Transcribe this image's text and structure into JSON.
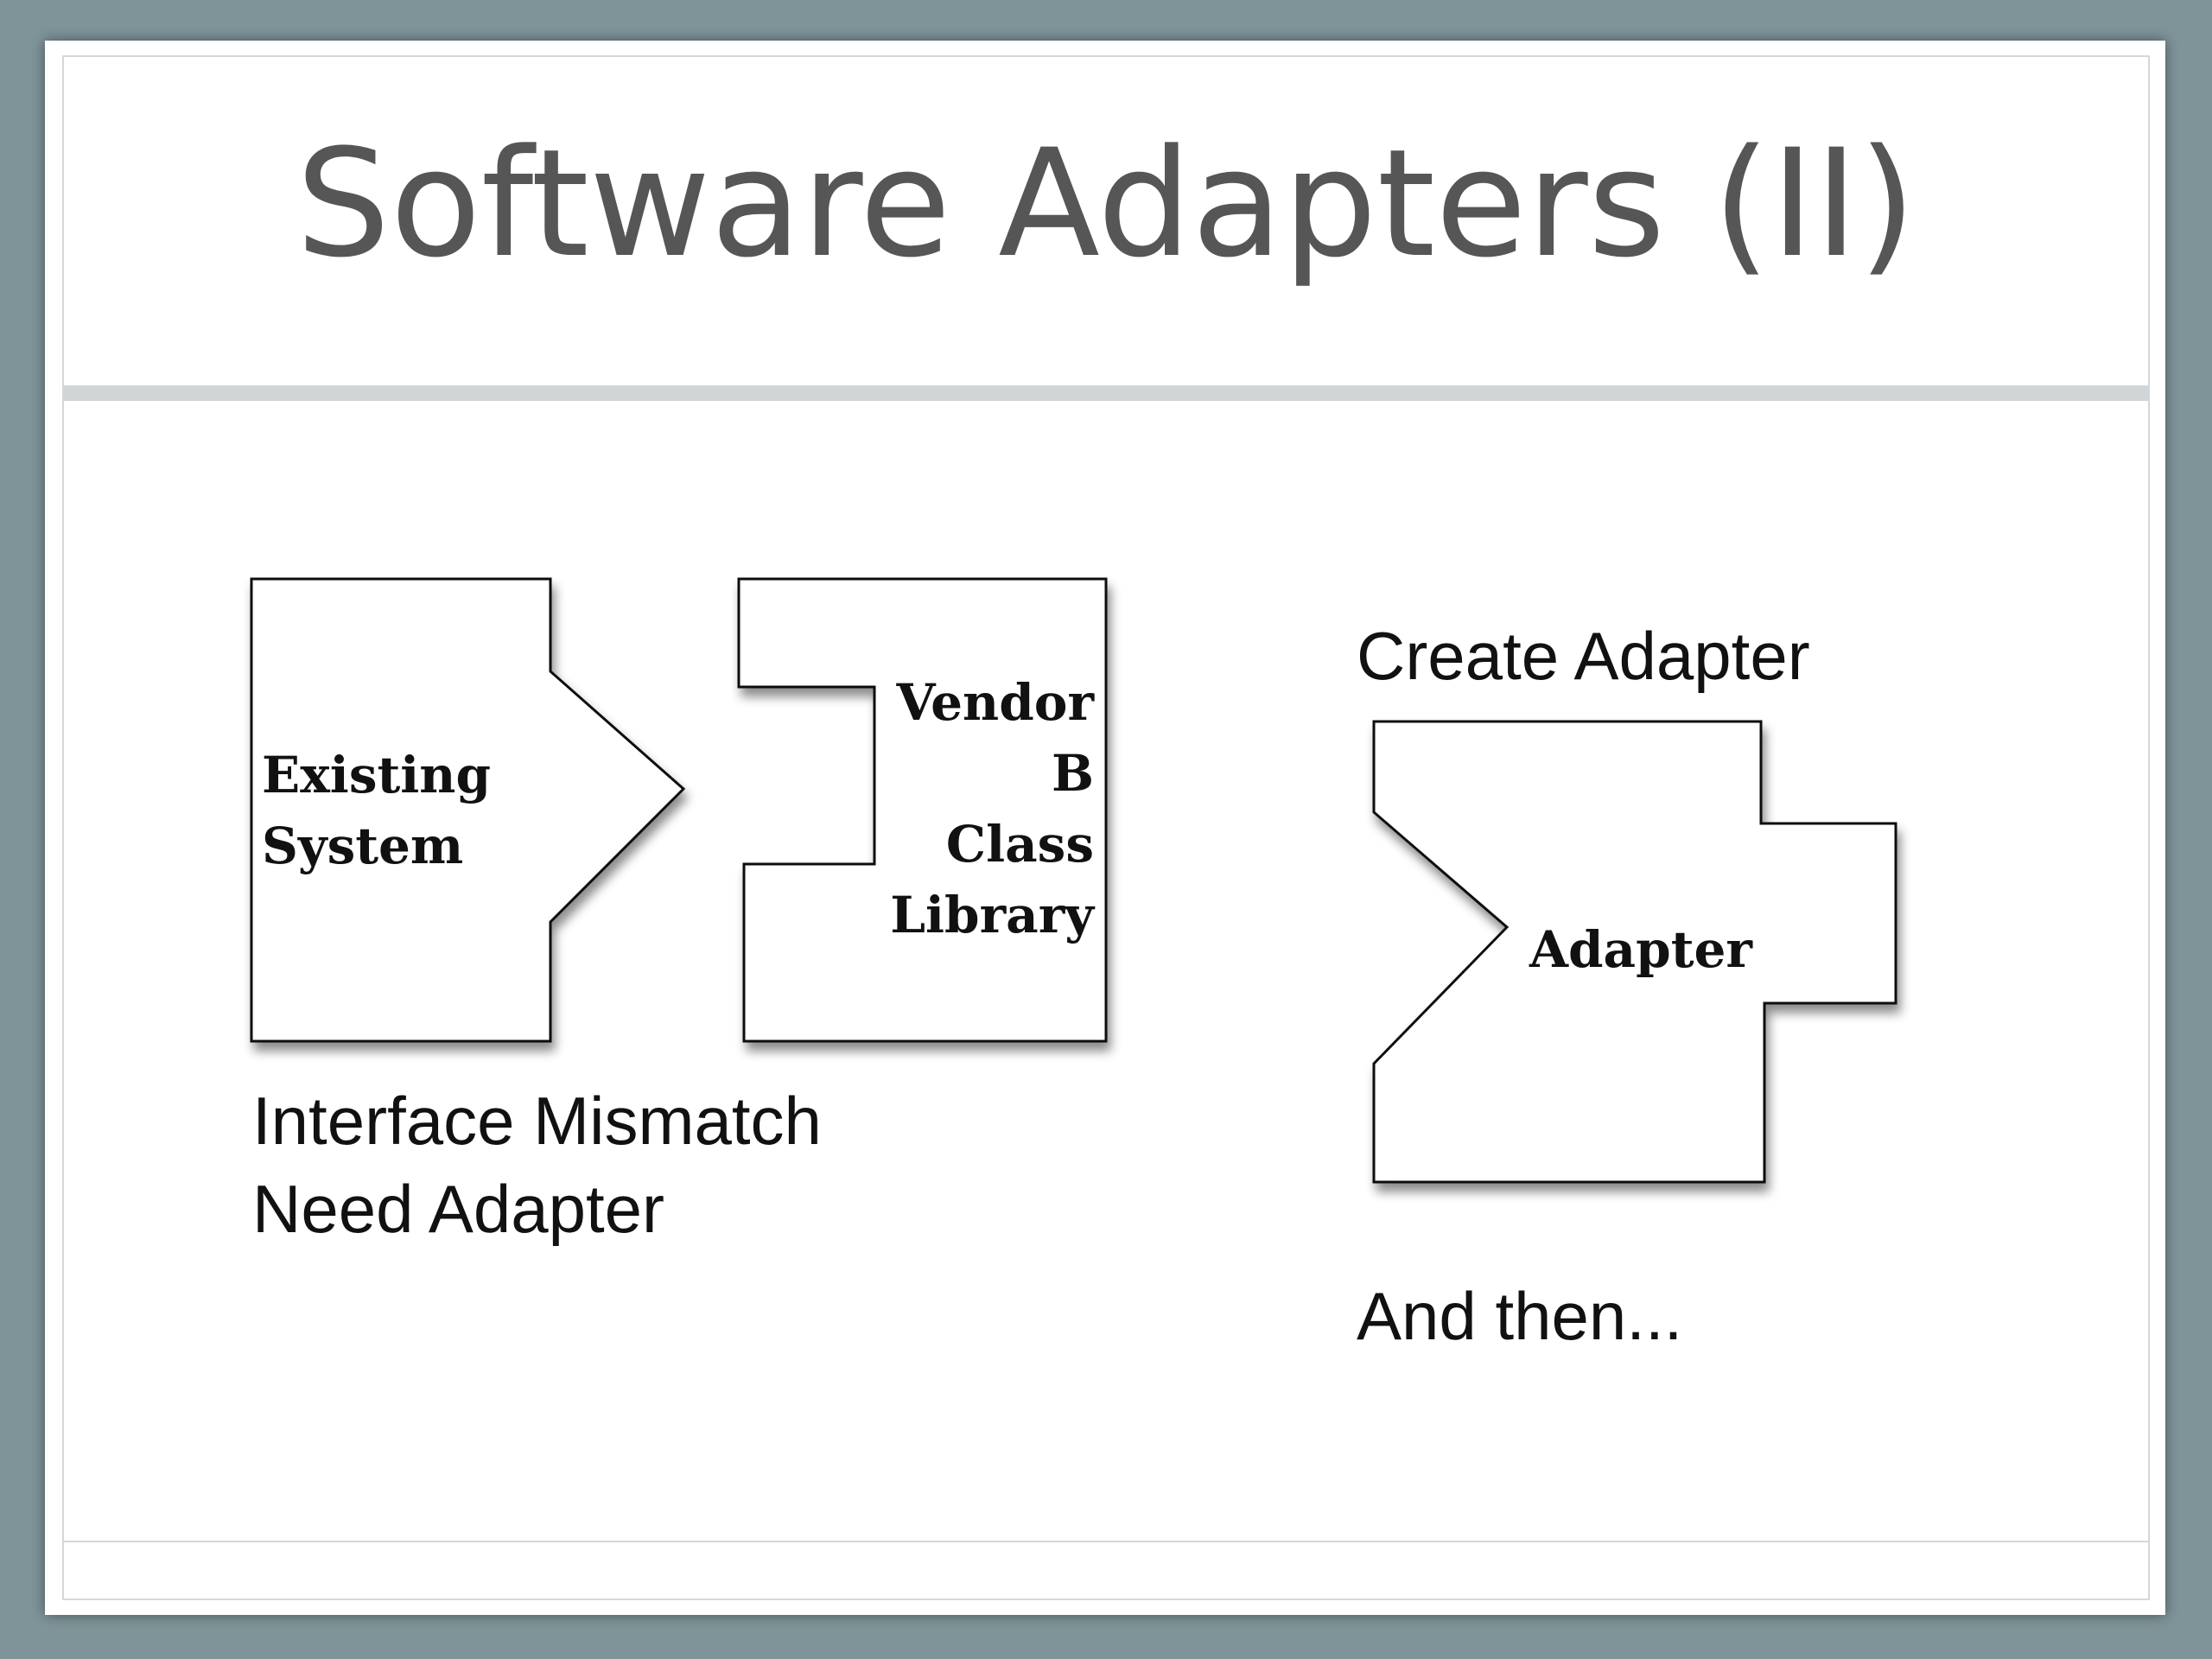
{
  "slide": {
    "title": "Software Adapters (II)"
  },
  "diagram": {
    "existing_system": {
      "line1": "Existing",
      "line2": "System"
    },
    "vendor_library": {
      "line1": "Vendor",
      "line2": "B",
      "line3": "Class",
      "line4": "Library"
    },
    "adapter": {
      "label": "Adapter"
    },
    "captions": {
      "mismatch_line1": "Interface Mismatch",
      "mismatch_line2": "Need Adapter",
      "create_adapter": "Create Adapter",
      "and_then": "And then..."
    }
  },
  "colors": {
    "background": "#7e9499",
    "slide": "#ffffff",
    "title_text": "#565656",
    "rule": "#d0d6d7",
    "shape_fill": "#ffffff",
    "shape_stroke": "#111111"
  }
}
